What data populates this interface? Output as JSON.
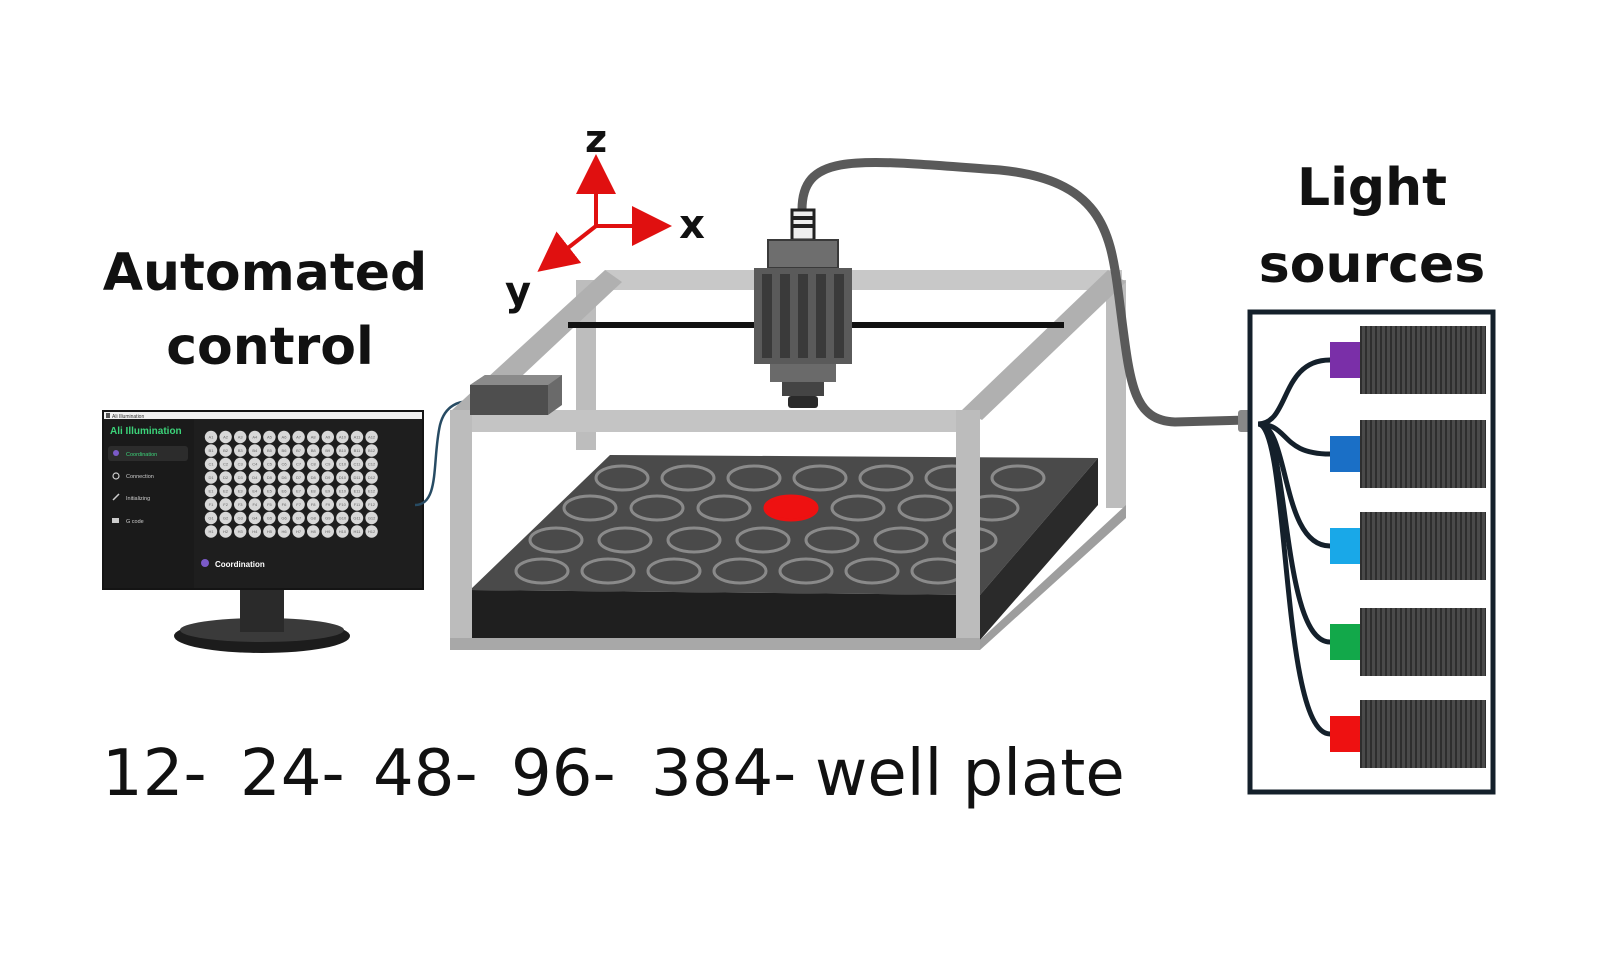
{
  "labels": {
    "automated_line1": "Automated",
    "automated_line2": "control",
    "light_line1": "Light",
    "light_line2": "sources",
    "plates": [
      "12-",
      "24-",
      "48-",
      "96-",
      "384-"
    ],
    "plates_suffix": "well plate"
  },
  "axes": {
    "z": "z",
    "x": "x",
    "y": "y",
    "color": "#e01010"
  },
  "monitor": {
    "window_title": "Ali Illumination",
    "app_title": "Ali Illumination",
    "app_title_color": "#3cd47a",
    "nav": [
      {
        "label": "Coordination",
        "icon": "person-icon",
        "active": true
      },
      {
        "label": "Connection",
        "icon": "gear-icon",
        "active": false
      },
      {
        "label": "Initializing",
        "icon": "wrench-icon",
        "active": false
      },
      {
        "label": "G code",
        "icon": "code-icon",
        "active": false
      }
    ],
    "footer_label": "Coordination",
    "grid_rows": [
      "A",
      "B",
      "C",
      "D",
      "E",
      "F",
      "G",
      "H"
    ],
    "grid_cols": [
      "1",
      "2",
      "3",
      "4",
      "5",
      "6",
      "7",
      "8",
      "9",
      "10",
      "11",
      "12"
    ]
  },
  "plate": {
    "selected_well_color": "#ee1111"
  },
  "light_sources": {
    "colors": [
      "#7a2fa8",
      "#1a6fc6",
      "#19a8e8",
      "#12a84a",
      "#ee1111"
    ]
  }
}
